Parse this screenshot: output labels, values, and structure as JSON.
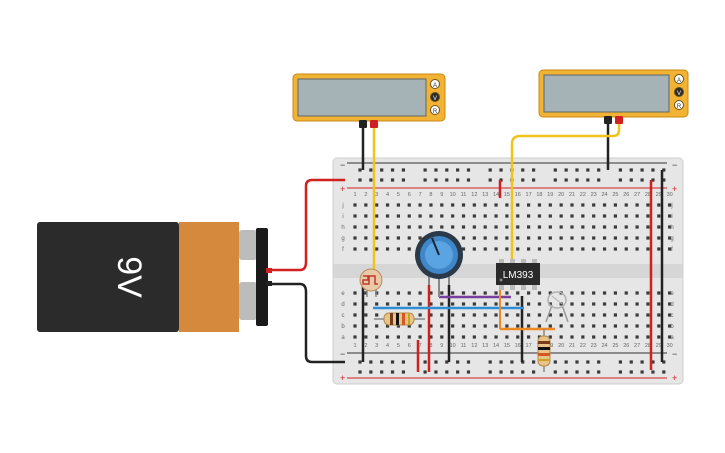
{
  "battery": {
    "label": "9V"
  },
  "ic": {
    "label": "LM393"
  },
  "multimeter": {
    "modes": [
      "A",
      "V",
      "R"
    ]
  },
  "breadboard": {
    "column_numbers": [
      "1",
      "2",
      "3",
      "4",
      "5",
      "6",
      "7",
      "8",
      "9",
      "10",
      "11",
      "12",
      "13",
      "14",
      "15",
      "16",
      "17",
      "18",
      "19",
      "20",
      "21",
      "22",
      "23",
      "24",
      "25",
      "26",
      "27",
      "28",
      "29",
      "30"
    ],
    "rows_top": [
      "j",
      "i",
      "h",
      "g",
      "f"
    ],
    "rows_bottom": [
      "e",
      "d",
      "c",
      "b",
      "a"
    ],
    "rail_plus": "+",
    "rail_minus": "−"
  },
  "colors": {
    "battery_body": "#2b2b2b",
    "battery_band": "#d4893c",
    "multimeter_frame": "#f2b234",
    "multimeter_screen": "#a6b3b6",
    "wire_red": "#d21f1f",
    "wire_black": "#222222",
    "wire_yellow": "#f0c419",
    "wire_blue": "#2f8fd6",
    "wire_purple": "#7a3ea1",
    "wire_orange": "#ef8a22"
  }
}
